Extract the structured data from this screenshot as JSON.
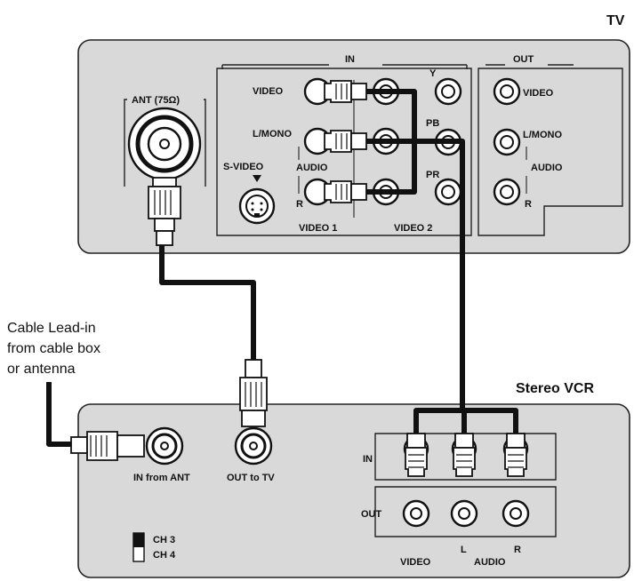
{
  "tv": {
    "title": "TV",
    "ant_label": "ANT (75Ω)",
    "in_label": "IN",
    "out_label": "OUT",
    "video_label": "VIDEO",
    "lmono_label": "L/MONO",
    "audio_label": "AUDIO",
    "r_label": "R",
    "svideo_label": "S-VIDEO",
    "video1_label": "VIDEO 1",
    "video2_label": "VIDEO 2",
    "y_label": "Y",
    "pb_label": "PB",
    "pr_label": "PR",
    "out_video_label": "VIDEO",
    "out_lmono_label": "L/MONO",
    "out_audio_label": "AUDIO",
    "out_r_label": "R"
  },
  "cable_source": {
    "line1": "Cable Lead-in",
    "line2": "from cable box",
    "line3": "or antenna"
  },
  "vcr": {
    "title": "Stereo VCR",
    "in_from_ant": "IN from ANT",
    "out_to_tv": "OUT to TV",
    "ch3": "CH 3",
    "ch4": "CH 4",
    "in_label": "IN",
    "out_label": "OUT",
    "video_label": "VIDEO",
    "l_label": "L",
    "audio_label": "AUDIO",
    "r_label": "R"
  }
}
